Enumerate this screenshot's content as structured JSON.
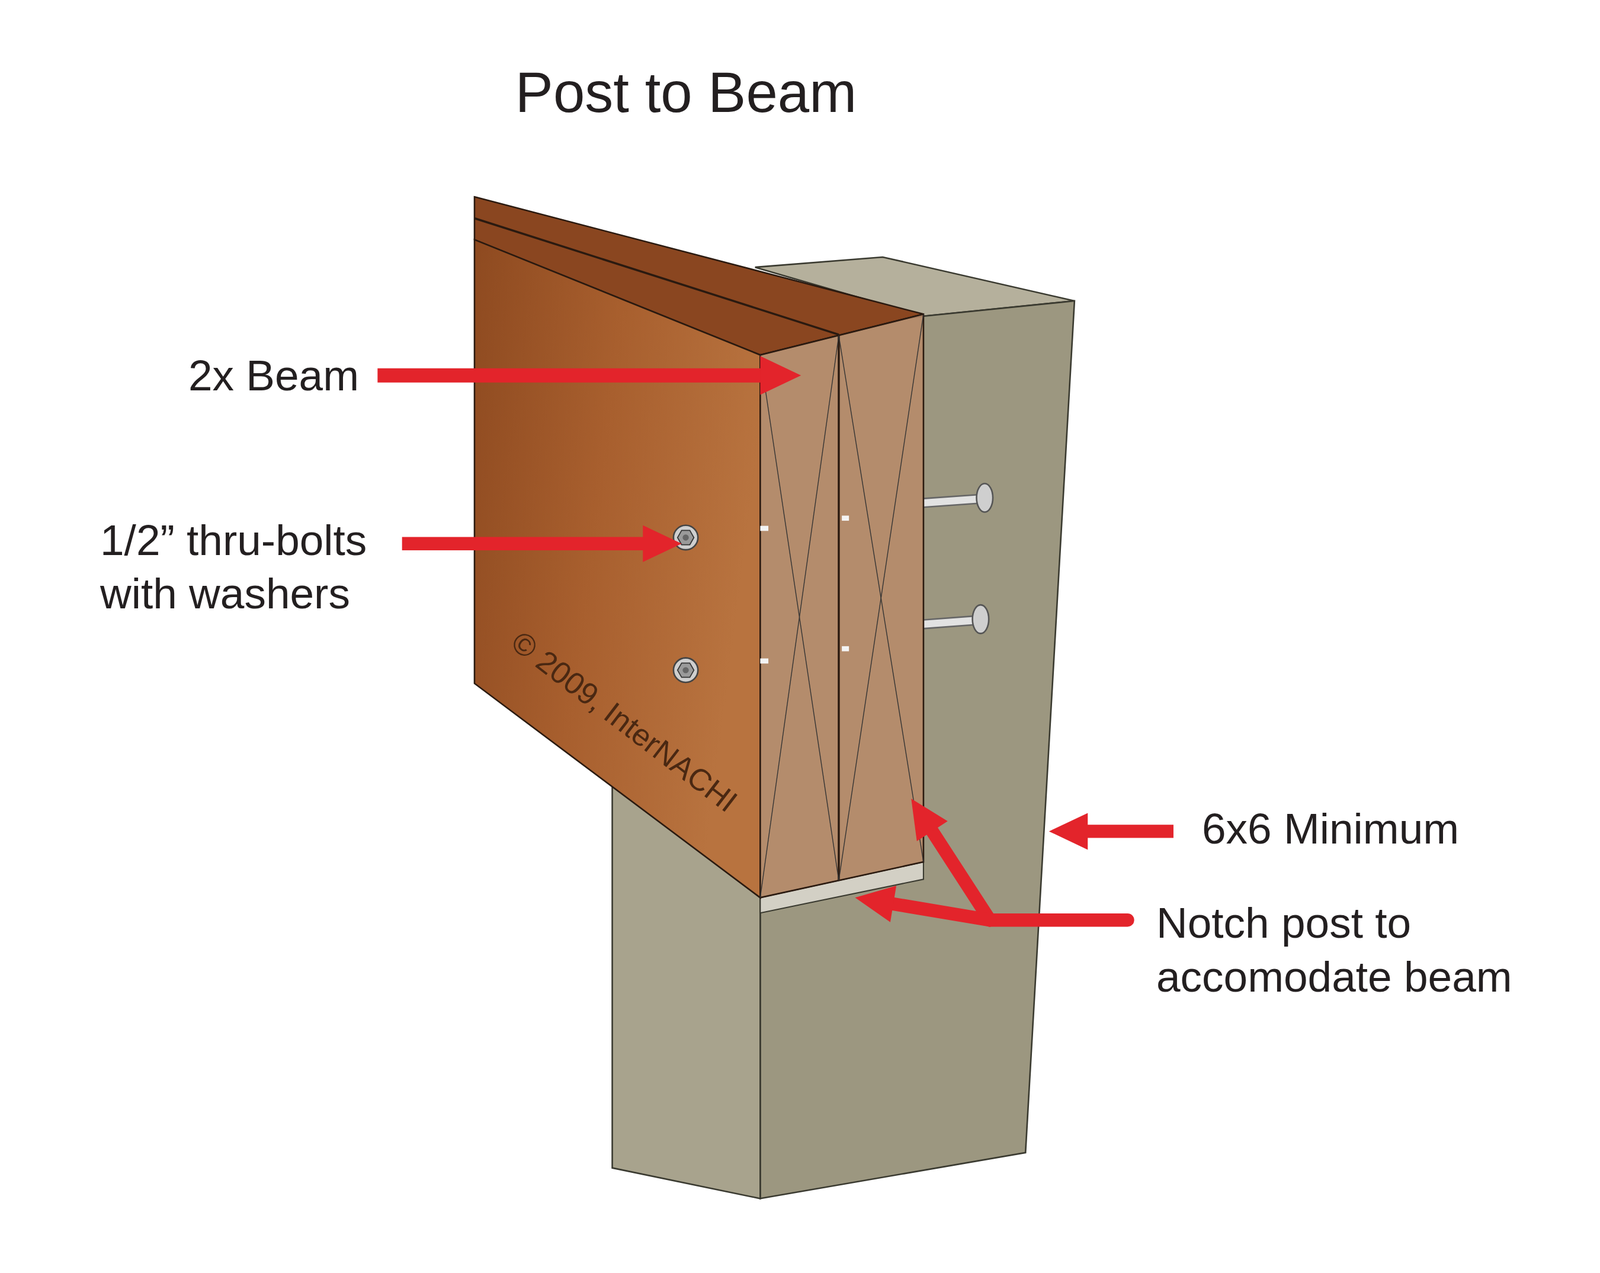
{
  "diagram": {
    "title": "Post to Beam",
    "labels": [
      "2x Beam",
      "1/2” thru-bolts with washers",
      "6x6 Minimum",
      "Notch post to accomodate beam",
      "© 2009, InterNACHI"
    ]
  }
}
